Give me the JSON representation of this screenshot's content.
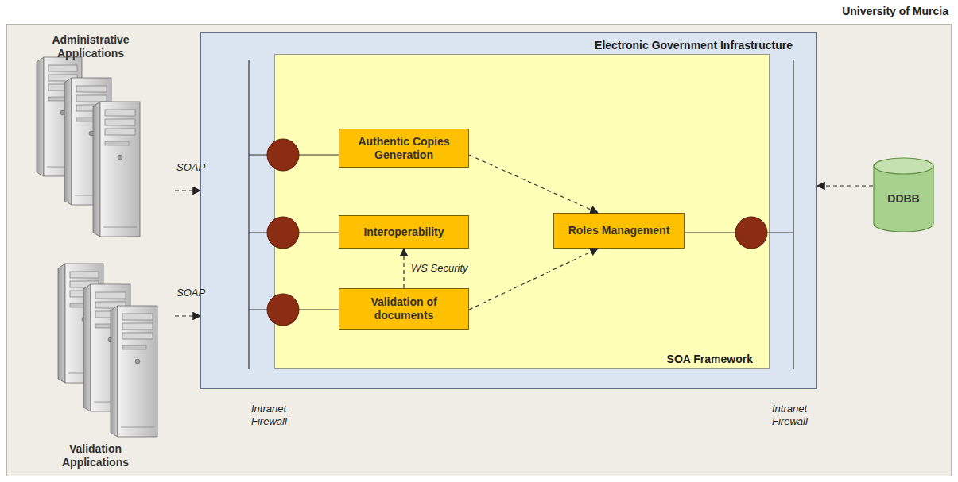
{
  "diagram": {
    "nodes": [
      {
        "text": [
          "Administrative Applications"
        ]
      },
      {
        "text": [
          "Electronic Government Infrastructure"
        ]
      },
      {
        "text": [
          "SOA Framework"
        ],
        "in": 1
      },
      {
        "text": [
          "Authentic Copies Generation"
        ],
        "in": 2
      },
      {
        "text": [
          "Interoperability"
        ],
        "in": 2
      },
      {
        "text": [
          "Roles Management"
        ],
        "in": 2
      },
      {
        "text": [
          "Validation of documents"
        ],
        "in": 2
      },
      {
        "text": [
          "Validation Applications"
        ]
      },
      {
        "text": [
          "DDBB"
        ]
      }
    ],
    "edges": [
      {
        "from": 0,
        "to": 1,
        "label": "SOAP",
        "arrow": "to"
      },
      {
        "from": 7,
        "to": 1,
        "label": "SOAP",
        "arrow": "to"
      },
      {
        "from": 3,
        "to": 5,
        "arrow": "to"
      },
      {
        "from": 6,
        "to": 4,
        "label": "WS Security",
        "arrow": "to"
      },
      {
        "from": 6,
        "to": 5,
        "arrow": "to"
      },
      {
        "from": 8,
        "to": 1,
        "arrow": "to"
      }
    ],
    "labels": [
      "University of Murcia",
      "Intranet Firewall",
      "Intranet Firewall"
    ]
  }
}
